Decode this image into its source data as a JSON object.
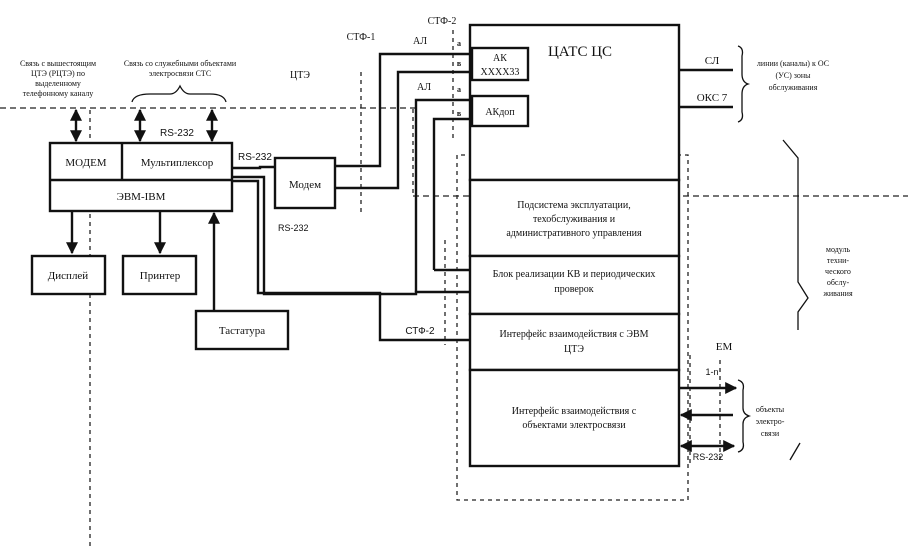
{
  "diagram": {
    "zone_labels": {
      "ste_1": "СТФ-1",
      "ste_2_top": "СТФ-2",
      "ste_2_bottom": "СТФ-2",
      "cte": "ЦТЭ",
      "em": "ЕМ"
    },
    "annotations": {
      "upper_link": [
        "Связь с вышестоящим",
        "ЦТЭ (РЦТЭ) по",
        "выделенному",
        "телефонному каналу"
      ],
      "service_objects": [
        "Связь со служебными объектами",
        "электросвязи СТС"
      ],
      "trunk_lines": [
        "линии (каналы) к ОС",
        "(УС) зоны",
        "обслуживания"
      ],
      "maintenance_module": [
        "модуль",
        "техни-",
        "ческого",
        "обслу-",
        "живания"
      ],
      "telecom_objects": [
        "объекты",
        "электро-",
        "связи"
      ]
    },
    "computer": {
      "modem": "МОДЕМ",
      "multiplexer": "Мультиплексор",
      "main": "ЭВМ-IBM"
    },
    "peripherals": {
      "display": "Дисплей",
      "printer": "Принтер",
      "keyboard": "Тастатура",
      "modem": "Модем"
    },
    "interfaces": {
      "rs232_top": "RS-232",
      "rs232_mux": "RS-232",
      "rs232_modem": "RS-232",
      "rs232_bottom": "RS-232",
      "al_1": "АЛ",
      "al_2": "АЛ",
      "wire_a1": "а",
      "wire_b1": "в",
      "wire_a2": "а",
      "wire_b2": "в",
      "sl": "СЛ",
      "oks7": "ОКС 7",
      "one_n": "1-n"
    },
    "exchange": {
      "title": "ЦАТС  ЦС",
      "ak": [
        "АК",
        "XXXX33"
      ],
      "akdop": "АКдоп",
      "ops_subsystem": [
        "Подсистема эксплуатации,",
        "техобслуживания и",
        "административного управления"
      ],
      "kv_block": [
        "Блок реализации КВ и периодических",
        "проверок"
      ],
      "evm_interface": [
        "Интерфейс взаимодействия с ЭВМ",
        "ЦТЭ"
      ],
      "telecom_interface": [
        "Интерфейс взаимодействия с",
        "объектами электросвязи"
      ]
    }
  }
}
